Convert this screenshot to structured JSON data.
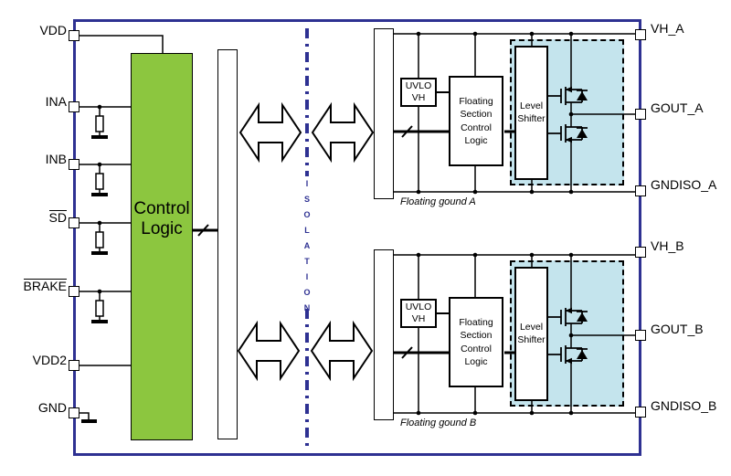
{
  "diagram": {
    "title": "isolated-half-bridge-gate-driver-block-diagram",
    "pins_left": [
      {
        "label": "VDD",
        "overline": false
      },
      {
        "label": "INA",
        "overline": false
      },
      {
        "label": "INB",
        "overline": false
      },
      {
        "label": "SD",
        "overline": true
      },
      {
        "label": "BRAKE",
        "overline": true
      },
      {
        "label": "VDD2",
        "overline": false
      },
      {
        "label": "GND",
        "overline": false
      }
    ],
    "pins_right": [
      "VH_A",
      "GOUT_A",
      "GNDISO_A",
      "VH_B",
      "GOUT_B",
      "GNDISO_B"
    ],
    "blocks": {
      "control_logic": "Control\nLogic",
      "uvlo": "UVLO\nVH",
      "floating_section": "Floating\nSection\nControl\nLogic",
      "level_shifter": "Level\nShifter"
    },
    "section_a": {
      "ground_label": "Floating gound A"
    },
    "section_b": {
      "ground_label": "Floating gound B"
    },
    "isolation_label": "ISOLATION",
    "colors": {
      "border_navy": "#2E3192",
      "logic_green": "#8CC63F",
      "driver_blue": "#C4E4ED",
      "wire_black": "#000000"
    }
  }
}
